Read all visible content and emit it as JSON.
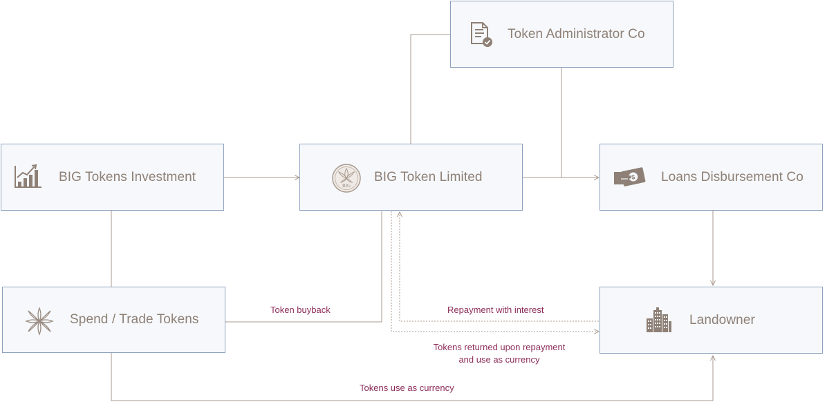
{
  "colors": {
    "node_fill": "#f6f8fb",
    "node_border": "#8ca1bd",
    "node_text": "#8e8076",
    "connector": "#a99a8f",
    "edge_text": "#8c2c58"
  },
  "nodes": {
    "admin": {
      "label": "Token Administrator Co",
      "icon": "certificate-icon"
    },
    "investment": {
      "label": "BIG Tokens Investment",
      "icon": "growth-chart-icon"
    },
    "limited": {
      "label": "BIG Token Limited",
      "icon": "big-coin-icon",
      "coin_text": "BIG"
    },
    "loans": {
      "label": "Loans Disbursement Co",
      "icon": "money-hand-icon"
    },
    "spend": {
      "label": "Spend / Trade Tokens",
      "icon": "flower-logo-icon"
    },
    "landowner": {
      "label": "Landowner",
      "icon": "buildings-icon"
    }
  },
  "edges": {
    "buyback": "Token buyback",
    "repayment": "Repayment with interest",
    "returned_line1": "Tokens returned upon repayment",
    "returned_line2": "and use as currency",
    "currency": "Tokens use as currency"
  }
}
